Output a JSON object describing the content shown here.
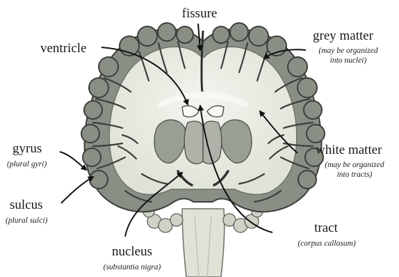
{
  "labels": {
    "fissure": {
      "term": "fissure"
    },
    "ventricle": {
      "term": "ventricle"
    },
    "grey_matter": {
      "term": "grey matter",
      "note_line1": "(may be organized",
      "note_line2": "into nuclei)"
    },
    "white_matter": {
      "term": "white matter",
      "note_line1": "(may be organized",
      "note_line2": "into tracts)"
    },
    "gyrus": {
      "term": "gyrus",
      "note": "(plural gyri)"
    },
    "sulcus": {
      "term": "sulcus",
      "note": "(plural sulci)"
    },
    "nucleus": {
      "term": "nucleus",
      "note": "(substantia nigra)"
    },
    "tract": {
      "term": "tract",
      "note": "(corpus callosum)"
    }
  },
  "colors": {
    "grey_matter": "#8a8f86",
    "white_matter": "#e4e6dc",
    "outline": "#3c3f3a",
    "arrow": "#111111"
  }
}
